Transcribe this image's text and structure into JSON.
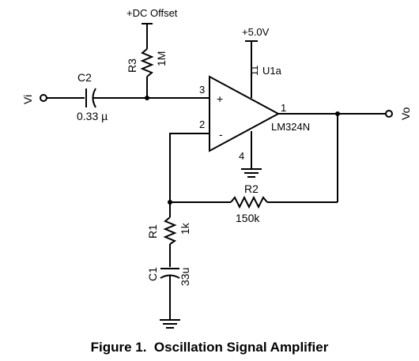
{
  "caption": "Figure 1.  Oscillation Signal Amplifier",
  "labels": {
    "dc_offset": "+DC Offset",
    "supply": "+5.0V",
    "unit": "U1a",
    "part": "LM324N",
    "vi": "Vi",
    "vo": "Vo"
  },
  "pins": {
    "supply": "11",
    "noninv": "3",
    "inv": "2",
    "out": "1",
    "gnd": "4"
  },
  "components": {
    "c2": {
      "ref": "C2",
      "value": "0.33 µ"
    },
    "r3": {
      "ref": "R3",
      "value": "1M"
    },
    "r2": {
      "ref": "R2",
      "value": "150k"
    },
    "r1": {
      "ref": "R1",
      "value": "1k"
    },
    "c1": {
      "ref": "C1",
      "value": "33u"
    }
  },
  "colors": {
    "ink": "#000000",
    "background": "#ffffff"
  }
}
